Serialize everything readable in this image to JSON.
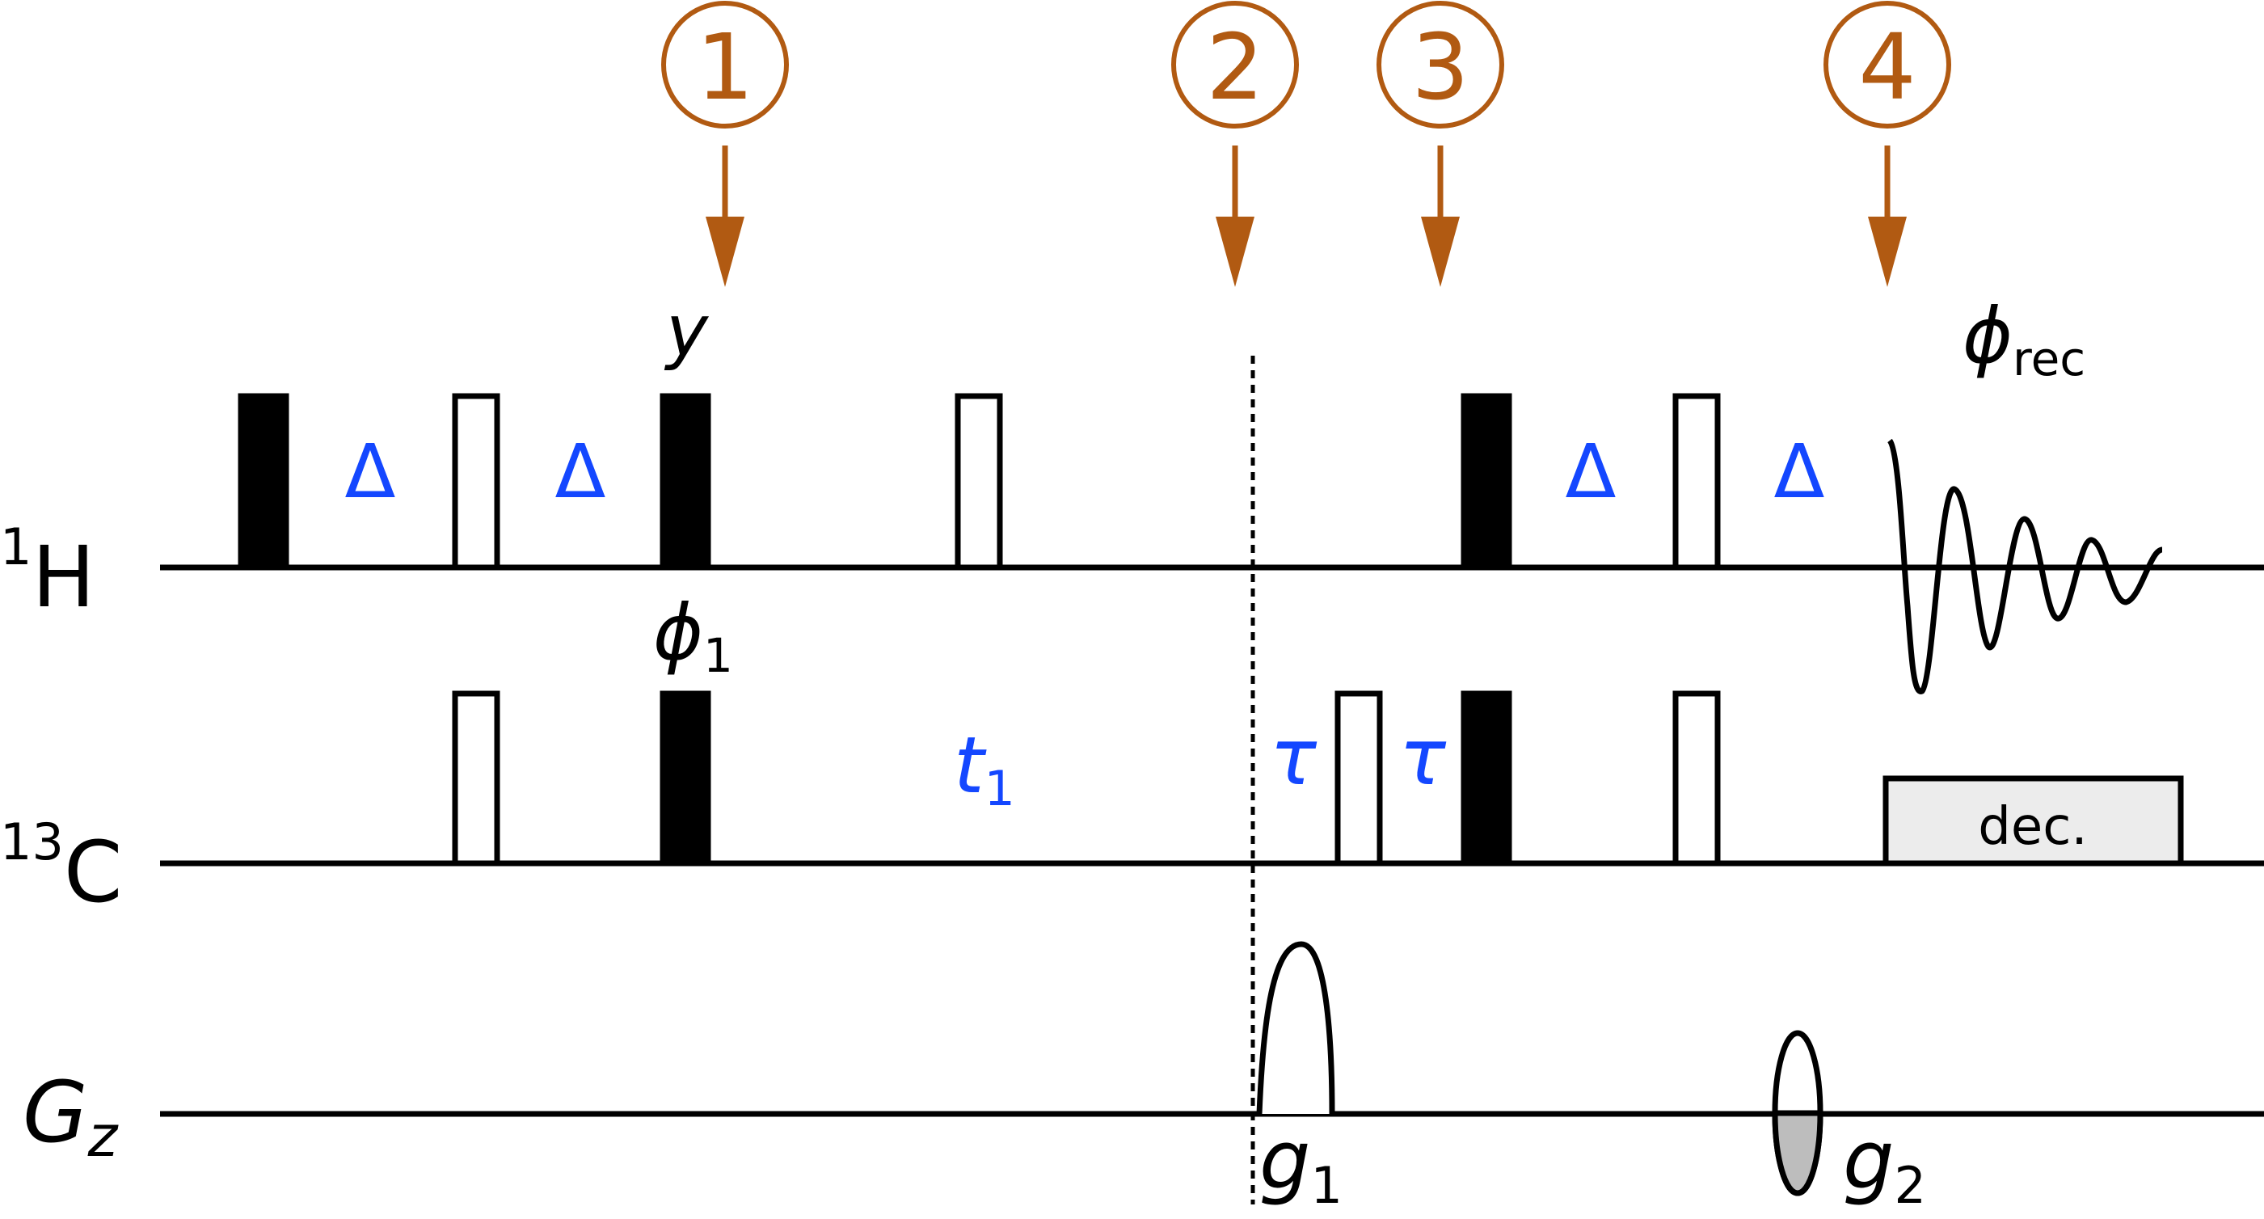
{
  "colors": {
    "ink": "#000000",
    "accent": "#b15a12",
    "delay": "#1447ff",
    "decouple_fill": "#ececec",
    "gradient_fill": "#bdbdbd"
  },
  "channels": {
    "h": {
      "mass": "1",
      "symbol": "H"
    },
    "c": {
      "mass": "13",
      "symbol": "C"
    },
    "gz": {
      "symbol": "G",
      "subscript": "z"
    }
  },
  "markers": [
    "1",
    "2",
    "3",
    "4"
  ],
  "phase_labels": {
    "y": "y",
    "phi1": "ϕ",
    "phi1_sub": "1",
    "phirec": "ϕ",
    "phirec_sub": "rec"
  },
  "delays": {
    "delta": "Δ",
    "t1": "t",
    "t1_sub": "1",
    "tau": "τ"
  },
  "decoupling_label": "dec.",
  "gradients": {
    "g1": "g",
    "g1_sub": "1",
    "g2": "g",
    "g2_sub": "2"
  }
}
